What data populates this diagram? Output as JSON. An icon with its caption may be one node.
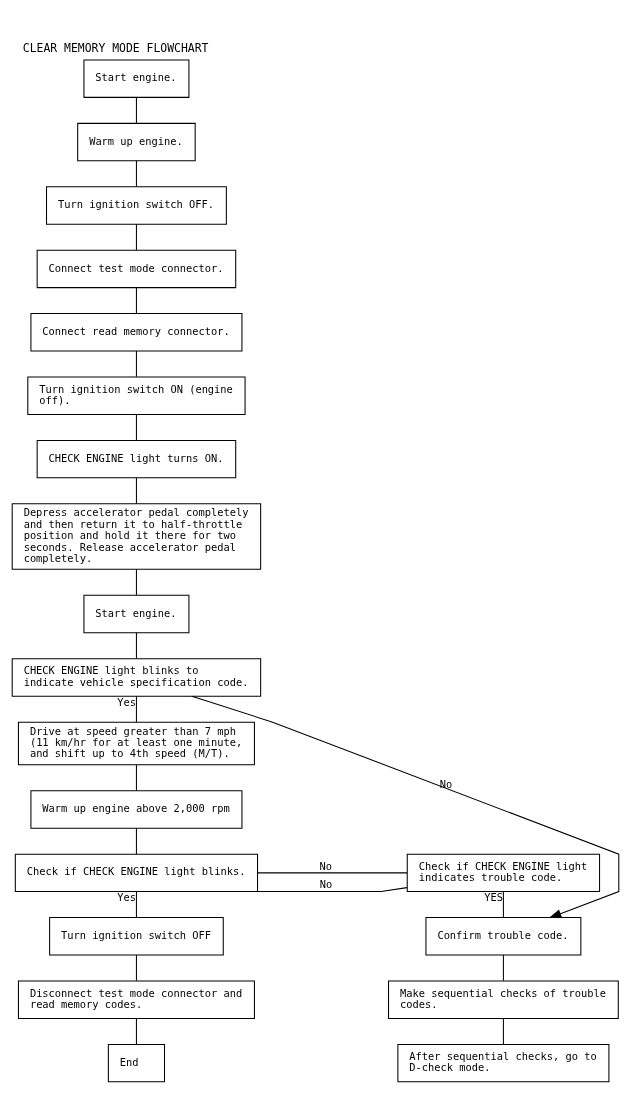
{
  "diagram": {
    "title": "CLEAR MEMORY MODE FLOWCHART",
    "nodes": [
      {
        "text": [
          "Start engine."
        ]
      },
      {
        "text": [
          "Warm up engine."
        ]
      },
      {
        "text": [
          "Turn ignition switch OFF."
        ]
      },
      {
        "text": [
          "Connect test mode connector."
        ]
      },
      {
        "text": [
          "Connect read memory connector."
        ]
      },
      {
        "text": [
          "Turn ignition switch ON (engine off)."
        ]
      },
      {
        "text": [
          "CHECK ENGINE light turns ON."
        ]
      },
      {
        "text": [
          "Depress accelerator pedal completely and then return it to half-throttle position and hold it there for two seconds. Release accelerator pedal completely."
        ]
      },
      {
        "text": [
          "Start engine."
        ]
      },
      {
        "text": [
          "CHECK ENGINE light blinks to indicate vehicle specification code."
        ]
      },
      {
        "text": [
          "Drive at speed greater than 7 mph (11 km/hr for at least one minute, and shift up to 4th speed (M/T)."
        ]
      },
      {
        "text": [
          "Warm up engine above 2,000 rpm"
        ]
      },
      {
        "text": [
          "Check if CHECK ENGINE light blinks."
        ]
      },
      {
        "text": [
          "Check if CHECK ENGINE light indicates trouble code."
        ]
      },
      {
        "text": [
          "Turn ignition switch OFF"
        ]
      },
      {
        "text": [
          "Disconnect test mode connector and read memory codes."
        ]
      },
      {
        "text": [
          "End"
        ]
      },
      {
        "text": [
          "Confirm trouble code."
        ]
      },
      {
        "text": [
          "Make sequential checks of trouble codes."
        ]
      },
      {
        "text": [
          "After sequential checks, go to D-check mode."
        ]
      }
    ],
    "edges": [
      {
        "from": 0,
        "to": 1,
        "arrow": "none"
      },
      {
        "from": 1,
        "to": 2,
        "arrow": "none"
      },
      {
        "from": 2,
        "to": 3,
        "arrow": "none"
      },
      {
        "from": 3,
        "to": 4,
        "arrow": "none"
      },
      {
        "from": 4,
        "to": 5,
        "arrow": "none"
      },
      {
        "from": 5,
        "to": 6,
        "arrow": "none"
      },
      {
        "from": 6,
        "to": 7,
        "arrow": "none"
      },
      {
        "from": 7,
        "to": 8,
        "arrow": "none"
      },
      {
        "from": 8,
        "to": 9,
        "arrow": "none"
      },
      {
        "from": 9,
        "to": 10,
        "arrow": "none",
        "label": "Yes"
      },
      {
        "from": 9,
        "to": 17,
        "arrow": "to",
        "label": "No"
      },
      {
        "from": 10,
        "to": 11,
        "arrow": "none"
      },
      {
        "from": 11,
        "to": 12,
        "arrow": "none"
      },
      {
        "from": 12,
        "to": 13,
        "arrow": "none",
        "label": "No"
      },
      {
        "from": 13,
        "to": 12,
        "arrow": "none",
        "label": "No"
      },
      {
        "from": 12,
        "to": 14,
        "arrow": "none",
        "label": "Yes"
      },
      {
        "from": 13,
        "to": 17,
        "arrow": "none",
        "label": "YES"
      },
      {
        "from": 14,
        "to": 15,
        "arrow": "none"
      },
      {
        "from": 15,
        "to": 16,
        "arrow": "none"
      },
      {
        "from": 17,
        "to": 18,
        "arrow": "none"
      },
      {
        "from": 18,
        "to": 19,
        "arrow": "none"
      }
    ]
  }
}
